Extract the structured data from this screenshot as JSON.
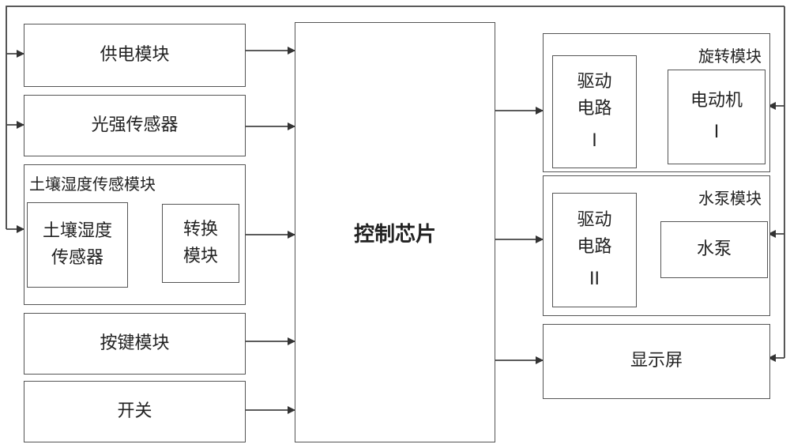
{
  "left": {
    "power": "供电模块",
    "light_sensor": "光强传感器",
    "soil_group_title": "土壤湿度传感模块",
    "soil_sensor_line1": "土壤湿度",
    "soil_sensor_line2": "传感器",
    "convert_line1": "转换",
    "convert_line2": "模块",
    "keys": "按键模块",
    "switch": "开关"
  },
  "center": {
    "chip": "控制芯片"
  },
  "right": {
    "rotation_title": "旋转模块",
    "drive1_line1": "驱动",
    "drive1_line2": "电路",
    "drive1_num": "I",
    "motor_line1": "电动机",
    "motor_num": "I",
    "pump_group_title": "水泵模块",
    "drive2_line1": "驱动",
    "drive2_line2": "电路",
    "drive2_num": "II",
    "pump": "水泵",
    "display": "显示屏"
  }
}
